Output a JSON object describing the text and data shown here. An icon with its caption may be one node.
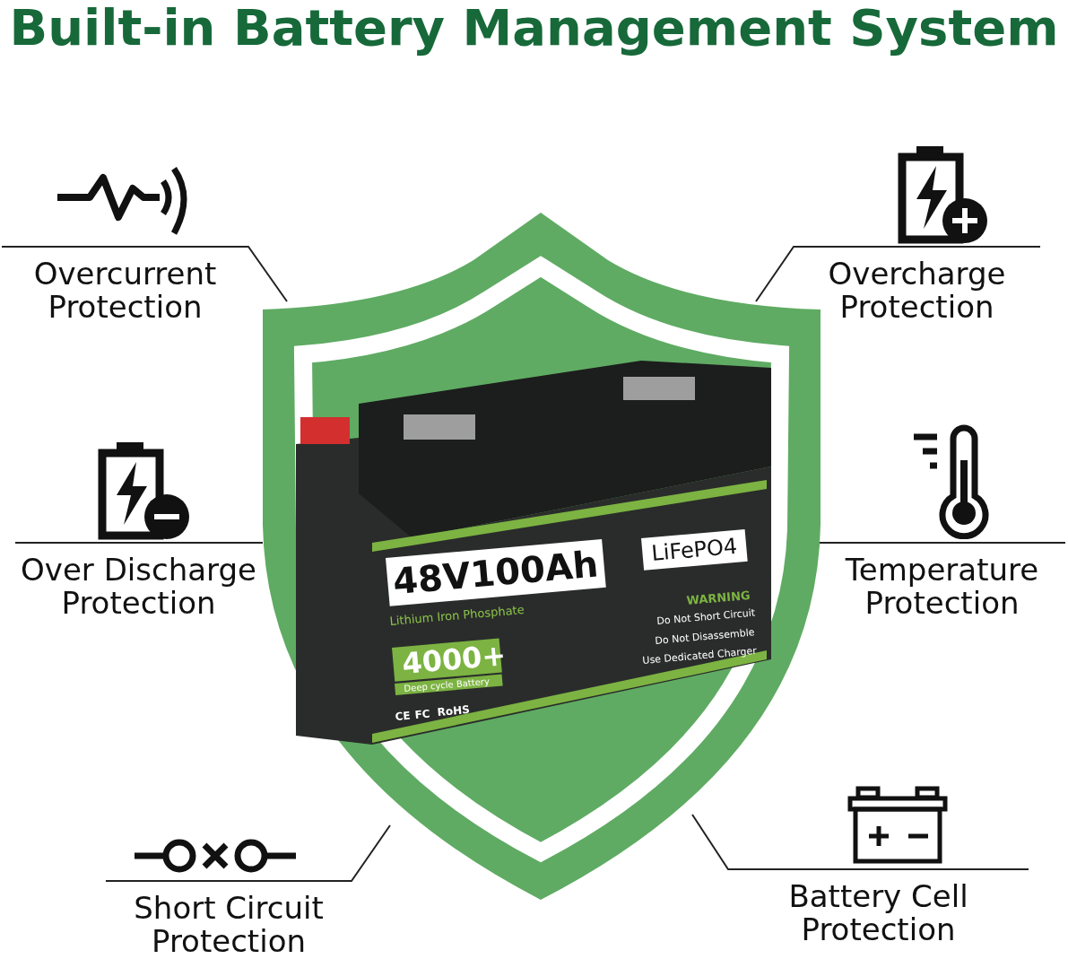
{
  "diagram": {
    "title": "Built-in Battery Management System",
    "nodes": [
      {
        "text": [],
        "shape": "shield"
      },
      {
        "text": [],
        "shape": "picture",
        "in": 0
      },
      {
        "text": [
          "Overcurrent Protection"
        ]
      },
      {
        "text": [
          "Overcharge Protection"
        ]
      },
      {
        "text": [
          "Over Discharge Protection"
        ]
      },
      {
        "text": [
          "Temperature Protection"
        ]
      },
      {
        "text": [
          "Short Circuit Protection"
        ]
      },
      {
        "text": [
          "Battery Cell Protection"
        ]
      }
    ],
    "edges": [
      {
        "from": 2,
        "to": 0,
        "arrow": "none"
      },
      {
        "from": 3,
        "to": 0,
        "arrow": "none"
      },
      {
        "from": 4,
        "to": 0,
        "arrow": "none"
      },
      {
        "from": 5,
        "to": 0,
        "arrow": "none"
      },
      {
        "from": 6,
        "to": 0,
        "arrow": "none"
      },
      {
        "from": 7,
        "to": 0,
        "arrow": "none"
      }
    ],
    "labels": [
      "LiFePO4",
      "48V100Ah",
      "Lithium Iron Phosphate",
      "WARNING",
      "Do Not Short Circuit",
      "Do Not Disassemble",
      "Use Dedicated Charger",
      "4000+",
      "Deep cycle Battery",
      "CE",
      "FC",
      "RoHS"
    ]
  }
}
